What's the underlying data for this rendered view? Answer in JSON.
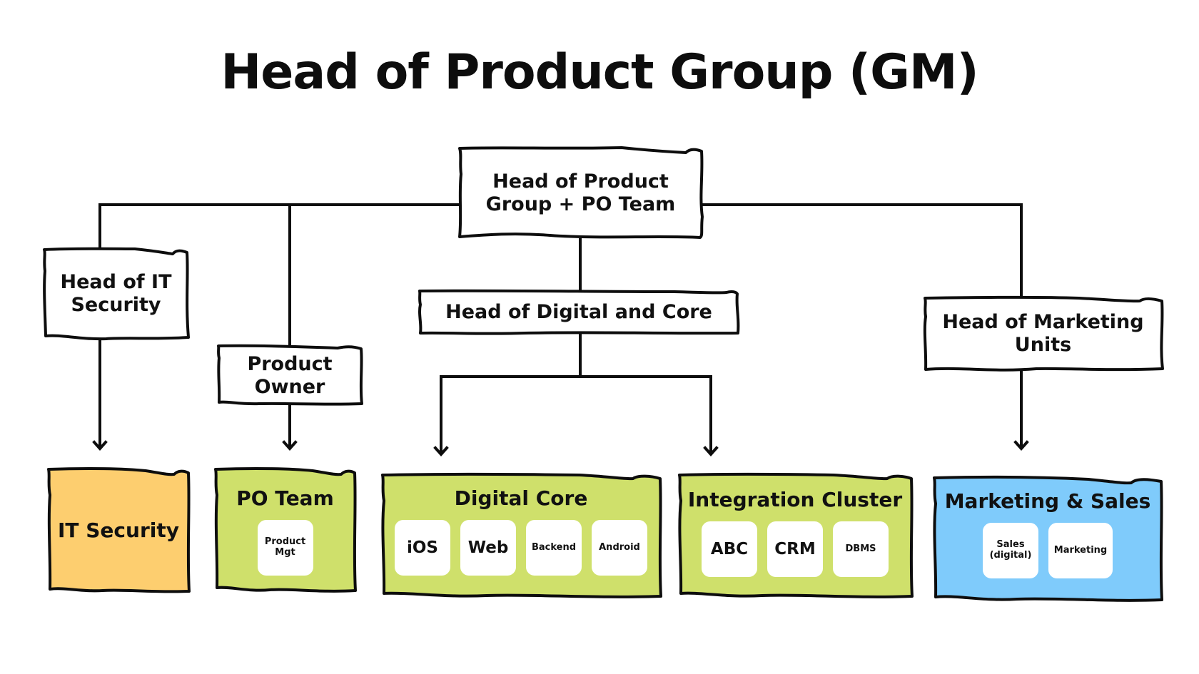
{
  "title": "Head of Product Group (GM)",
  "colors": {
    "stroke": "#0d0d0d",
    "white_box": "#ffffff",
    "it_security": "#FDCE6F",
    "green_team": "#CFE06B",
    "marketing": "#7FCBFB",
    "chip": "#ffffff"
  },
  "nodes": {
    "root": {
      "label": "Head of Product Group + PO Team"
    },
    "head_it_security": {
      "label": "Head of IT Security"
    },
    "product_owner": {
      "label": "Product Owner"
    },
    "head_digital_core": {
      "label": "Head of Digital and Core"
    },
    "head_marketing_units": {
      "label": "Head of Marketing Units"
    }
  },
  "teams": {
    "it_security": {
      "label": "IT Security",
      "chips": []
    },
    "po_team": {
      "label": "PO Team",
      "chips": [
        "Product Mgt"
      ]
    },
    "digital_core": {
      "label": "Digital Core",
      "chips": [
        "iOS",
        "Web",
        "Backend",
        "Android"
      ]
    },
    "integration_cluster": {
      "label": "Integration Cluster",
      "chips": [
        "ABC",
        "CRM",
        "DBMS"
      ]
    },
    "marketing_sales": {
      "label": "Marketing & Sales",
      "chips": [
        "Sales (digital)",
        "Marketing"
      ]
    }
  },
  "edges": [
    {
      "from": "root",
      "to": "head_it_security"
    },
    {
      "from": "root",
      "to": "product_owner"
    },
    {
      "from": "root",
      "to": "head_digital_core"
    },
    {
      "from": "root",
      "to": "head_marketing_units"
    },
    {
      "from": "head_it_security",
      "to": "it_security",
      "arrow": true
    },
    {
      "from": "product_owner",
      "to": "po_team",
      "arrow": true
    },
    {
      "from": "head_digital_core",
      "to": "digital_core",
      "arrow": true
    },
    {
      "from": "head_digital_core",
      "to": "integration_cluster",
      "arrow": true
    },
    {
      "from": "head_marketing_units",
      "to": "marketing_sales",
      "arrow": true
    }
  ]
}
